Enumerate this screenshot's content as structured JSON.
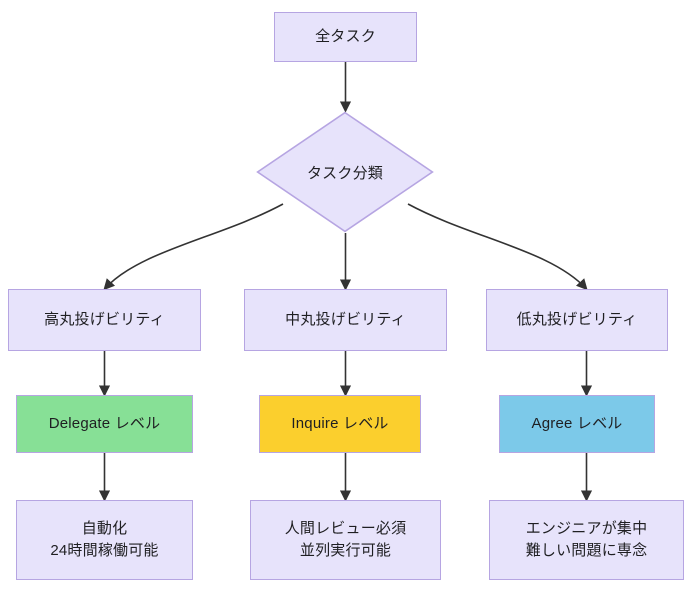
{
  "diagram": {
    "type": "flowchart",
    "direction": "top-down",
    "background_color": "#ffffff",
    "default_node": {
      "fill": "#e7e3fb",
      "border": "#b6a5e2",
      "text_color": "#1f1f22"
    },
    "edge_color": "#333333",
    "nodes": {
      "root": {
        "id": "all-tasks",
        "shape": "rectangle",
        "label": "全タスク",
        "fill": "#e7e3fb"
      },
      "decision": {
        "id": "task-classification",
        "shape": "diamond",
        "label": "タスク分類",
        "fill": "#e7e3fb"
      },
      "branches": [
        {
          "id": "high-delegatability",
          "shape": "rectangle",
          "label": "高丸投げビリティ",
          "fill": "#e7e3fb",
          "level": {
            "id": "delegate-level",
            "label": "Delegate レベル",
            "fill": "#87e096"
          },
          "outcome": {
            "id": "delegate-outcome",
            "lines": [
              "自動化",
              "24時間稼働可能"
            ],
            "fill": "#e7e3fb"
          }
        },
        {
          "id": "medium-delegatability",
          "shape": "rectangle",
          "label": "中丸投げビリティ",
          "fill": "#e7e3fb",
          "level": {
            "id": "inquire-level",
            "label": "Inquire レベル",
            "fill": "#fbcf2d"
          },
          "outcome": {
            "id": "inquire-outcome",
            "lines": [
              "人間レビュー必須",
              "並列実行可能"
            ],
            "fill": "#e7e3fb"
          }
        },
        {
          "id": "low-delegatability",
          "shape": "rectangle",
          "label": "低丸投げビリティ",
          "fill": "#e7e3fb",
          "level": {
            "id": "agree-level",
            "label": "Agree レベル",
            "fill": "#7cc9e9"
          },
          "outcome": {
            "id": "agree-outcome",
            "lines": [
              "エンジニアが集中",
              "難しい問題に専念"
            ],
            "fill": "#e7e3fb"
          }
        }
      ]
    }
  }
}
